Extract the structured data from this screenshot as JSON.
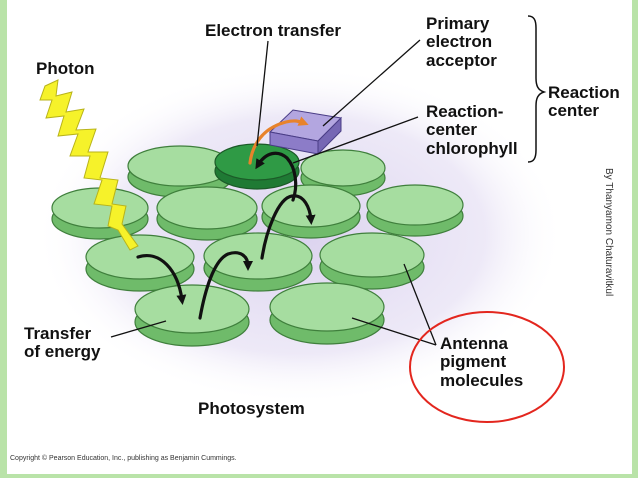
{
  "labels": {
    "photon": "Photon",
    "electron_transfer": "Electron transfer",
    "primary_acceptor": [
      "Primary",
      "electron",
      "acceptor"
    ],
    "reaction_center": [
      "Reaction",
      "center"
    ],
    "rc_chlorophyll": [
      "Reaction-",
      "center",
      "chlorophyll"
    ],
    "transfer_energy": [
      "Transfer",
      "of energy"
    ],
    "antenna": [
      "Antenna",
      "pigment",
      "molecules"
    ],
    "photosystem": "Photosystem"
  },
  "byline": "By Thanyamon Chaturavitkul",
  "copyright": "Copyright © Pearson Education, Inc., publishing as Benjamin Cummings.",
  "colors": {
    "disk_top": "#a6dda0",
    "disk_side": "#6fbb6a",
    "disk_edge": "#3f7f3c",
    "rc_chlorophyll": "#2f9a45",
    "acceptor": "#9d8fd0",
    "glow": "#d9d0ee",
    "photon": "#f6f22a",
    "arrow": "#111111",
    "transfer_arrow": "#e8832b",
    "circle": "#e3261e",
    "frame": "#b9e3a8"
  }
}
